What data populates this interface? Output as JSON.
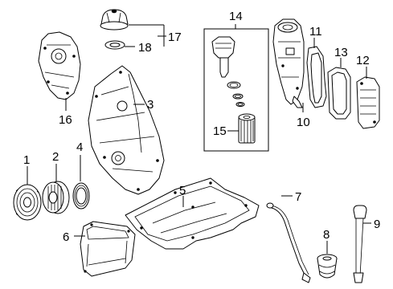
{
  "diagram": {
    "callouts": {
      "c1": "1",
      "c2": "2",
      "c3": "3",
      "c4": "4",
      "c5": "5",
      "c6": "6",
      "c7": "7",
      "c8": "8",
      "c9": "9",
      "c10": "10",
      "c11": "11",
      "c12": "12",
      "c13": "13",
      "c14": "14",
      "c15": "15",
      "c16": "16",
      "c17": "17",
      "c18": "18"
    }
  }
}
